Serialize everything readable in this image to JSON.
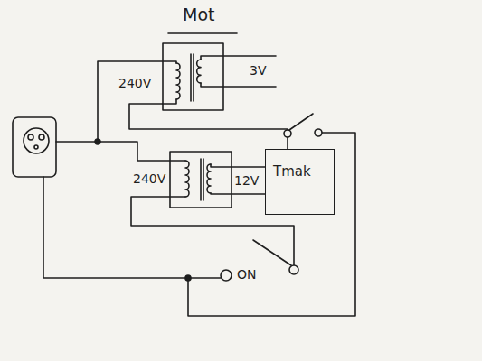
{
  "diagram": {
    "nodes": [
      {
        "text": [
          "Mot"
        ]
      },
      {
        "text": [
          "Tmak"
        ]
      }
    ],
    "edges": [
      {
        "from": 0,
        "to": 1,
        "arrow": "none"
      }
    ],
    "labels": [
      "240V",
      "3V",
      "240V",
      "12V",
      "ON"
    ]
  }
}
